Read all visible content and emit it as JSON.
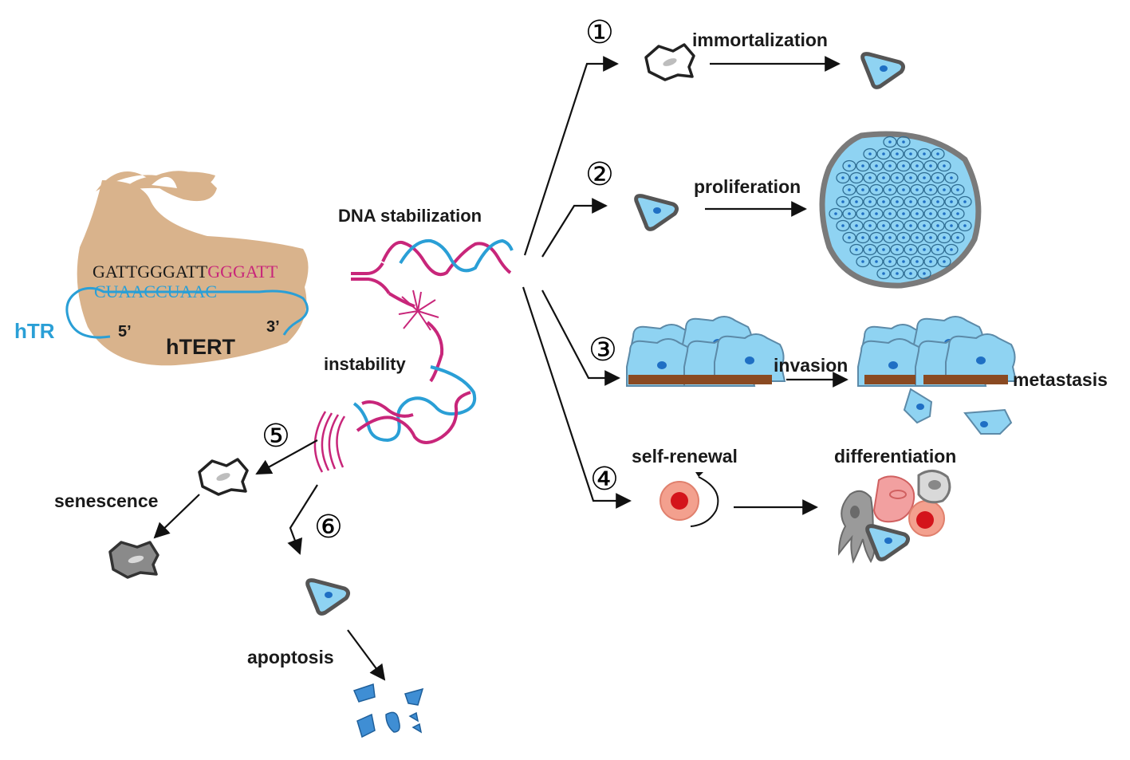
{
  "colors": {
    "blob": "#d9b38c",
    "strand_blue": "#2a9fd6",
    "strand_magenta": "#c8267a",
    "cell_fill": "#8fd3f2",
    "cell_stroke": "#4a4a4a",
    "nucleus": "#1f6fc4",
    "membrane": "#8a4a22",
    "red_cell": "#e0302a"
  },
  "complex": {
    "seq_black": "GATTGGGATT",
    "seq_magenta": "GGGATT",
    "seq_rna": "CUAACCUAAC",
    "htr": "hTR",
    "five_prime": "5’",
    "three_prime": "3’",
    "htert": "hTERT"
  },
  "labels": {
    "dna_stabilization": "DNA stabilization",
    "instability": "instability"
  },
  "pathways": [
    {
      "num": "①",
      "label": "immortalization"
    },
    {
      "num": "②",
      "label": "proliferation"
    },
    {
      "num": "③",
      "label": "invasion",
      "label2": "metastasis"
    },
    {
      "num": "④",
      "label": "self-renewal",
      "label2": "differentiation"
    },
    {
      "num": "⑤",
      "label": "senescence"
    },
    {
      "num": "⑥",
      "label": "apoptosis"
    }
  ]
}
